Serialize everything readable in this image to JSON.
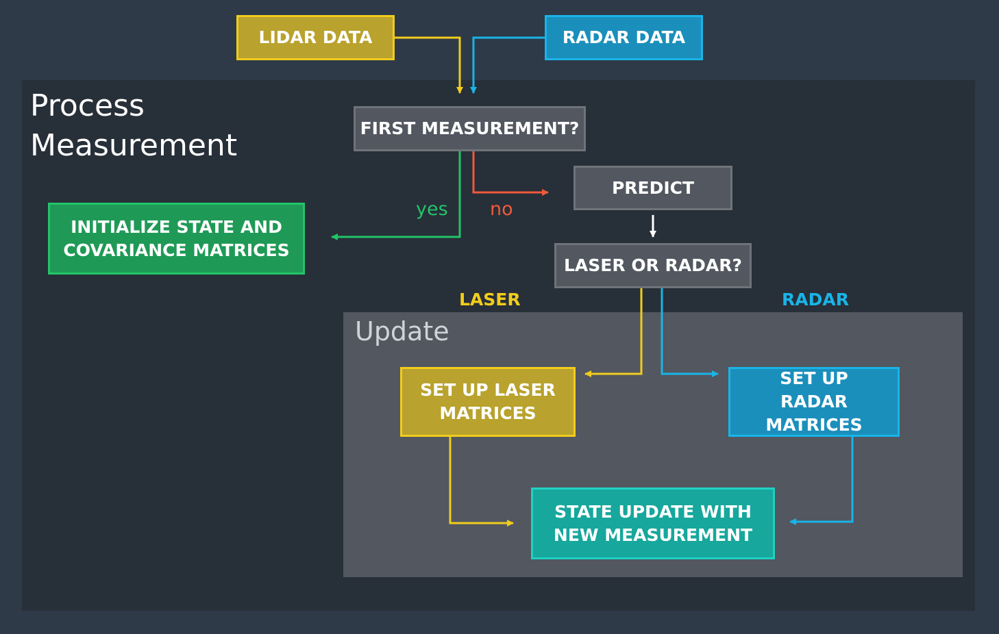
{
  "title": "Process Measurement",
  "update_title": "Update",
  "nodes": {
    "lidar_data": "LIDAR DATA",
    "radar_data": "RADAR DATA",
    "first_measurement": "FIRST MEASUREMENT?",
    "predict": "PREDICT",
    "initialize": "INITIALIZE STATE AND COVARIANCE MATRICES",
    "laser_or_radar": "LASER OR RADAR?",
    "setup_laser": "SET UP LASER MATRICES",
    "setup_radar": "SET UP RADAR MATRICES",
    "state_update": "STATE UPDATE WITH NEW MEASUREMENT"
  },
  "edge_labels": {
    "yes": "yes",
    "no": "no",
    "laser": "LASER",
    "radar": "RADAR"
  },
  "colors": {
    "lidar": "#f2cc1d",
    "radar": "#19b4e8",
    "yes": "#22c46a",
    "no": "#ef5a3c",
    "flow": "#ffffff"
  }
}
